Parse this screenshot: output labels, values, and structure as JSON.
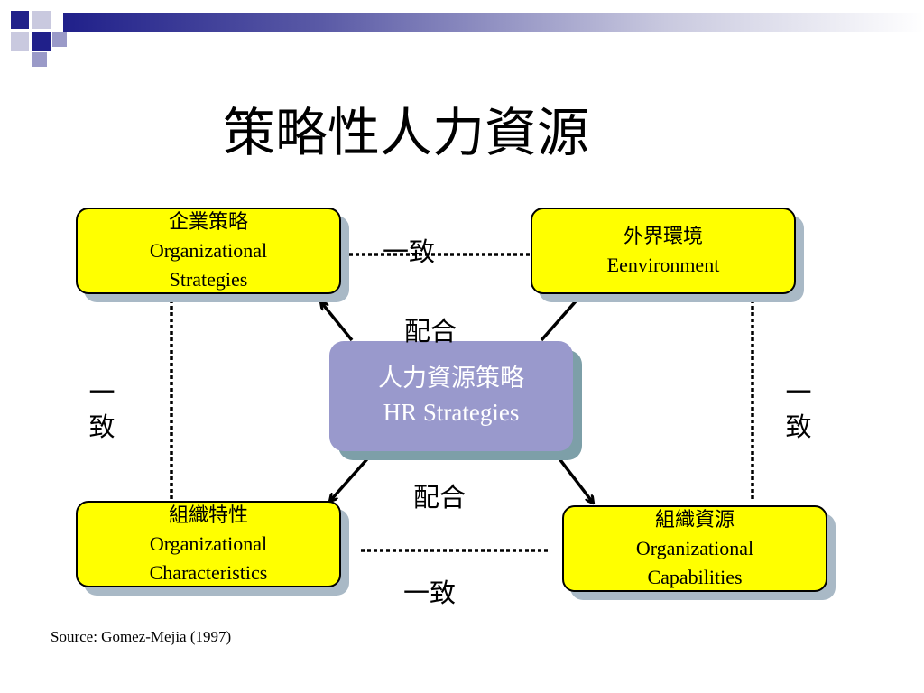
{
  "title": "策略性人力資源",
  "boxes": {
    "org_strategies": {
      "zh": "企業策略",
      "en1": "Organizational",
      "en2": "Strategies"
    },
    "environment": {
      "zh": "外界環境",
      "en1": "Eenvironment"
    },
    "org_characteristics": {
      "zh": "組織特性",
      "en1": "Organizational",
      "en2": "Characteristics"
    },
    "org_capabilities": {
      "zh": "組織資源",
      "en1": "Organizational",
      "en2": "Capabilities"
    }
  },
  "center": {
    "zh": "人力資源策略",
    "en": "HR Strategies"
  },
  "labels": {
    "top": "一致",
    "bottom": "一致",
    "fit_top": "配合",
    "fit_bottom": "配合",
    "left_1": "一",
    "left_2": "致",
    "right_1": "一",
    "right_2": "致"
  },
  "source": "Source: Gomez-Mejia (1997)",
  "colors": {
    "box_fill": "#ffff00",
    "center_fill": "#9999cc",
    "shadow": "#a9b9c6",
    "band": "#20208a"
  }
}
